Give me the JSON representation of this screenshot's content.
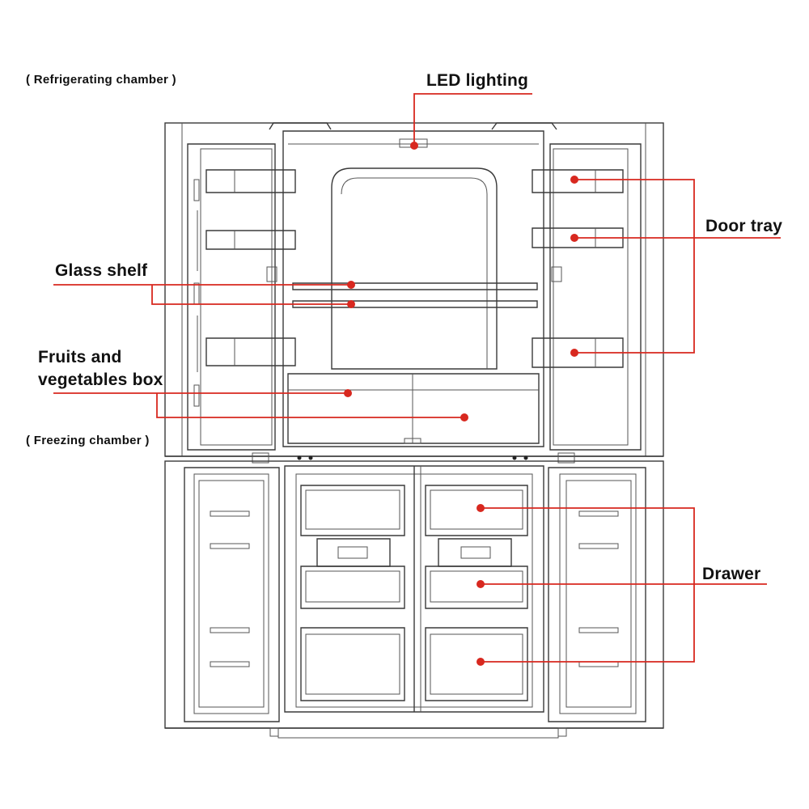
{
  "labels": {
    "refrigerating_chamber": "( Refrigerating chamber )",
    "freezing_chamber": "( Freezing chamber )",
    "led_lighting": "LED lighting",
    "door_tray": "Door tray",
    "glass_shelf": "Glass shelf",
    "fruits_line1": "Fruits and",
    "fruits_line2": "vegetables box",
    "drawer": "Drawer"
  },
  "colors": {
    "leader": "#d8281f",
    "outline": "#3a3a3a",
    "text": "#111111",
    "background": "#ffffff"
  }
}
